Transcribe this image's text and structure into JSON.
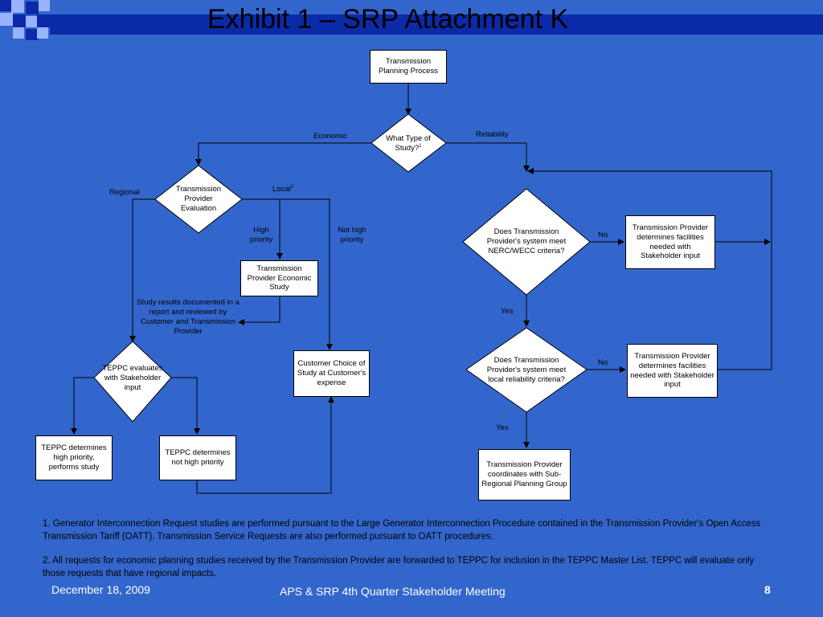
{
  "slide": {
    "title": "Exhibit 1 – SRP Attachment K"
  },
  "flow": {
    "tpp": "Transmission Planning Process",
    "what_type": "What Type of Study?",
    "what_type_sup": "1",
    "economic": "Economic",
    "reliability": "Reliability",
    "tp_eval": "Transmission Provider Evaluation",
    "regional": "Regional",
    "local": "Local",
    "local_sup": "2",
    "high_priority": "High priority",
    "not_high_priority": "Not high priority",
    "tp_econ_study": "Transmission Provider Economic Study",
    "study_results": "Study results documented in a report and reviewed by Customer and Transmission Provider",
    "teppc_eval": "TEPPC evaluates with Stakeholder input",
    "customer_choice": "Customer Choice of Study at Customer's expense",
    "teppc_high": "TEPPC determines high priority, performs study",
    "teppc_not_high": "TEPPC determines not high priority",
    "nerc_q": "Does Transmission Provider's system meet NERC/WECC criteria?",
    "no1": "No",
    "tp_facilities1": "Transmission Provider determines facilities needed with Stakeholder input",
    "yes1": "Yes",
    "local_q": "Does Transmission Provider's system meet local reliability criteria?",
    "no2": "No",
    "tp_facilities2": "Transmission Provider determines facilities needed with Stakeholder input",
    "yes2": "Yes",
    "tp_coord": "Transmission Provider coordinates with Sub-Regional Planning Group"
  },
  "notes": {
    "note1": "1. Generator Interconnection Request studies are performed pursuant to the Large Generator Interconnection Procedure contained in the Transmission Provider's Open Access Transmission Tariff (OATT).  Transmission Service Requests are also performed pursuant to OATT procedures.",
    "note2": "2.  All requests for economic planning studies received by the Transmission Provider are forwarded to TEPPC for inclusion in the TEPPC Master List.  TEPPC will evaluate only those requests that have regional impacts."
  },
  "footer": {
    "date": "December 18, 2009",
    "meeting": "APS & SRP 4th Quarter Stakeholder Meeting",
    "page": "8"
  },
  "colors": {
    "background": "#3366cc",
    "title_bar": "#0b2aa8",
    "deco_light": "#99b3ff"
  }
}
